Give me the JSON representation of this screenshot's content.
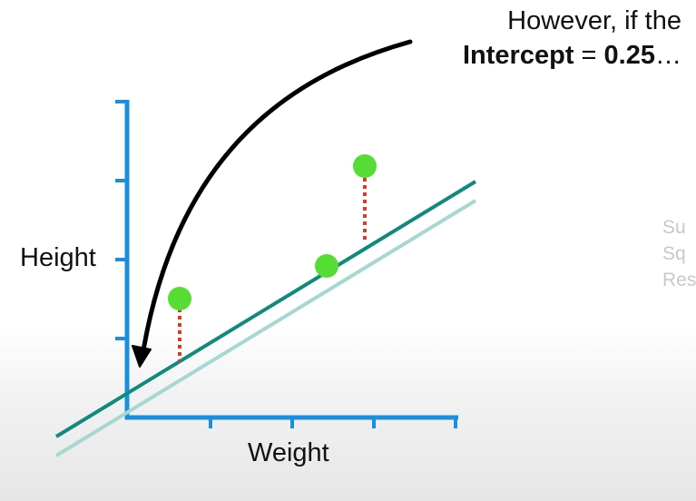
{
  "caption": {
    "line1": "However, if the",
    "intercept_label": "Intercept",
    "equals": " = ",
    "intercept_value": "0.25",
    "ellipsis": "…"
  },
  "axes": {
    "xlabel": "Weight",
    "ylabel": "Height"
  },
  "side_partial_text": [
    "Su",
    "Sq",
    "Res"
  ],
  "colors": {
    "axis": "#1a8fe0",
    "fit_line": "#118a7e",
    "original_line": "#a6d8d2",
    "points": "#55dd33",
    "residuals": "#d93a2a",
    "arrow": "#000000"
  }
}
